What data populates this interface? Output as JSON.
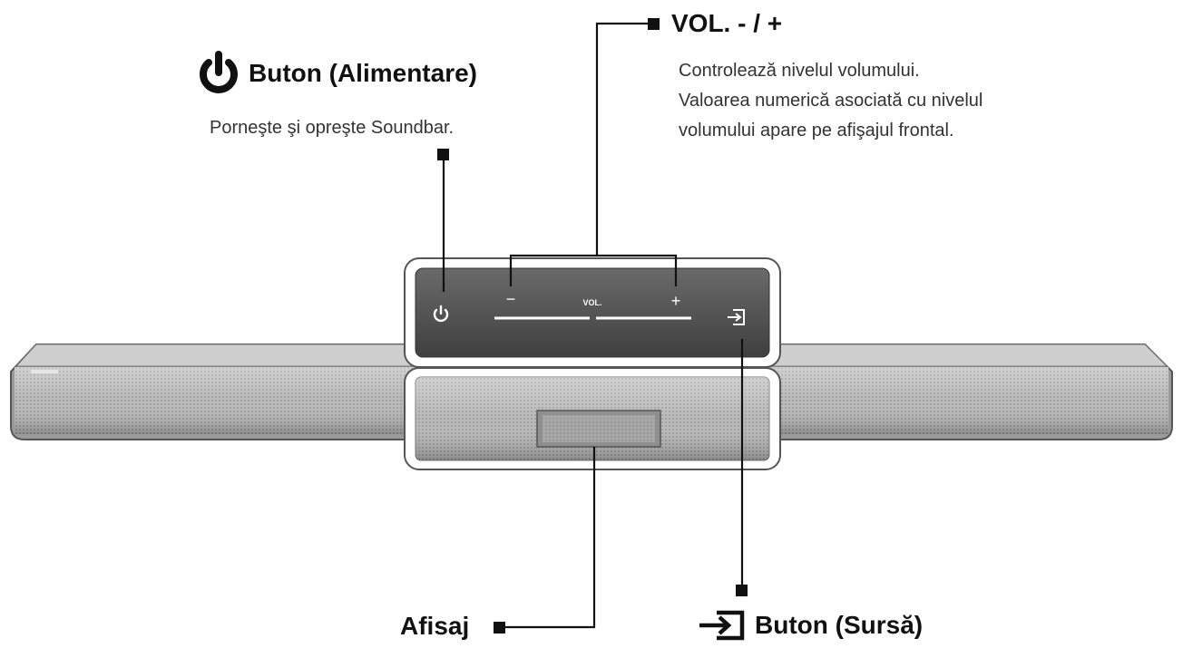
{
  "power": {
    "title": "Buton (Alimentare)",
    "desc": "Porneşte şi opreşte Soundbar."
  },
  "volume": {
    "title": "VOL. - / +",
    "desc_lines": [
      "Controlează nivelul volumului.",
      "Valoarea numerică asociată cu nivelul",
      "volumului apare pe afişajul frontal."
    ]
  },
  "panel": {
    "minus": "−",
    "vol": "VOL.",
    "plus": "+"
  },
  "display": {
    "title": "Afisaj"
  },
  "source": {
    "title": "Buton (Sursă)"
  },
  "icons": {
    "power": "power-icon",
    "source": "source-input-icon"
  },
  "colors": {
    "bar": "#bdbdbd",
    "bar_dark": "#8a8a8a",
    "panel": "#4f4f4f",
    "callout": "#111111"
  }
}
